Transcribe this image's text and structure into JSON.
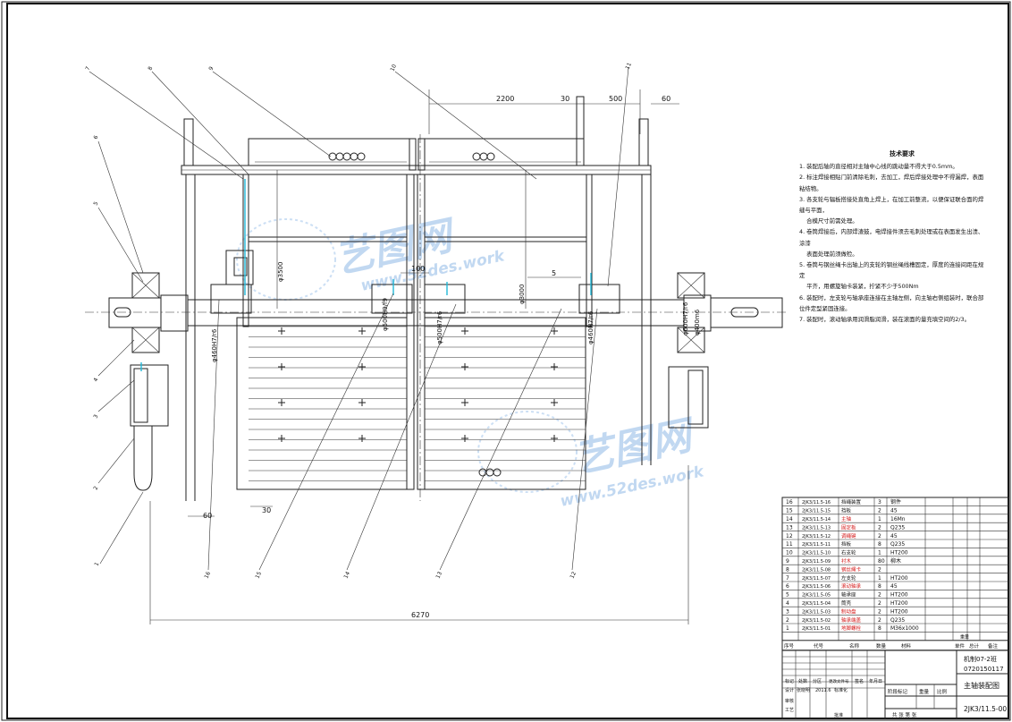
{
  "notes": {
    "title": "技术要求",
    "items": [
      "1. 装配后轴的直径相对主轴中心线的跳动量不得大于0.5mm。",
      "2. 标注焊接相贴门前清除毛刺，去加工，焊后焊接处理中不得漏焊，表面粘结物。",
      "3. 各支轮与辐板搭接处直角上焊上，在加工前整流，以便保证联合面的焊缝与平面，\n    合模尺寸前需处理。",
      "4. 卷筒焊接后，内部焊渣鼓，电焊接件须去毛刺处理或在表面发生出渍、涂漆\n    表面处理前须做检。",
      "5. 卷筒与钢丝绳卡出轴上的支轮的钢丝绳线槽固定，厚度的连接间距在规定\n    平齐，用螺旋轴卡装紧，拧紧不少于500Nm",
      "6. 装配时，左支轮与轴承座连接在主轴左侧，向主轴右侧组装时，联合部位件定型紧固连接。",
      "7. 装配时，滚动轴承用润滑脂润滑，装在滚面的量充填空间的2/3。"
    ]
  },
  "dimensions": {
    "d2200": "2200",
    "d30top": "30",
    "d500": "500",
    "d60top": "60",
    "d100": "100",
    "d5": "5",
    "d60bot": "60",
    "d30bot": "30",
    "d6270": "6270",
    "phi3500": "φ3500",
    "phi3000": "φ3000",
    "fit460left": "φ460H7/r6",
    "fit500h9": "φ500H9/f9",
    "fit500r6": "φ500H7/r6",
    "fit460right": "φ460H7/r6",
    "fit600": "φ600H7/r6",
    "fit400m6": "φ400m6"
  },
  "balloons": [
    "1",
    "2",
    "3",
    "4",
    "5",
    "6",
    "7",
    "8",
    "9",
    "10",
    "11",
    "12",
    "13",
    "14",
    "15",
    "16"
  ],
  "bom": {
    "rows": [
      {
        "no": "16",
        "code": "2JK3/11.5-16",
        "name": "挡绳装置",
        "qty": "3",
        "mat": "钢件",
        "red": false
      },
      {
        "no": "15",
        "code": "2JK3/11.5-15",
        "name": "挡板",
        "qty": "2",
        "mat": "45",
        "red": false
      },
      {
        "no": "14",
        "code": "2JK3/11.5-14",
        "name": "主轴",
        "qty": "1",
        "mat": "16Mn",
        "red": true
      },
      {
        "no": "13",
        "code": "2JK3/11.5-13",
        "name": "固定板",
        "qty": "2",
        "mat": "Q235",
        "red": true
      },
      {
        "no": "12",
        "code": "2JK3/11.5-12",
        "name": "调绳键",
        "qty": "2",
        "mat": "45",
        "red": true
      },
      {
        "no": "11",
        "code": "2JK3/11.5-11",
        "name": "挡板",
        "qty": "8",
        "mat": "Q235",
        "red": false
      },
      {
        "no": "10",
        "code": "2JK3/11.5-10",
        "name": "右支轮",
        "qty": "1",
        "mat": "HT200",
        "red": false
      },
      {
        "no": "9",
        "code": "2JK3/11.5-09",
        "name": "衬木",
        "qty": "80",
        "mat": "柳木",
        "red": true
      },
      {
        "no": "8",
        "code": "2JK3/11.5-08",
        "name": "钢丝绳卡",
        "qty": "2",
        "mat": "",
        "red": true
      },
      {
        "no": "7",
        "code": "2JK3/11.5-07",
        "name": "左支轮",
        "qty": "1",
        "mat": "HT200",
        "red": false
      },
      {
        "no": "6",
        "code": "2JK3/11.5-06",
        "name": "滚动轴承",
        "qty": "8",
        "mat": "45",
        "red": true
      },
      {
        "no": "5",
        "code": "2JK3/11.5-05",
        "name": "轴承座",
        "qty": "2",
        "mat": "HT200",
        "red": false
      },
      {
        "no": "4",
        "code": "2JK3/11.5-04",
        "name": "筒壳",
        "qty": "2",
        "mat": "HT200",
        "red": false
      },
      {
        "no": "3",
        "code": "2JK3/11.5-03",
        "name": "制动盘",
        "qty": "2",
        "mat": "HT200",
        "red": true
      },
      {
        "no": "2",
        "code": "2JK3/11.5-02",
        "name": "轴承端盖",
        "qty": "2",
        "mat": "Q235",
        "red": true
      },
      {
        "no": "1",
        "code": "2JK3/11.5-01",
        "name": "地脚螺栓",
        "qty": "8",
        "mat": "M36x1000",
        "red": true
      }
    ],
    "header": {
      "no": "序号",
      "code": "代号",
      "name": "名称",
      "qty": "数量",
      "mat": "材料",
      "unit_weight": "单件",
      "total_weight": "总计",
      "weight": "重量",
      "remark": "备注"
    }
  },
  "titleblock": {
    "class": "机制07-2班",
    "student_id": "0720150117",
    "drawing_name": "主轴装配图",
    "drawing_no": "2JK3/11.5-00",
    "row_labels": [
      "标记",
      "处数",
      "分区",
      "更改文件号",
      "签名",
      "年月日"
    ],
    "design": "设计",
    "designer": "张晓明",
    "date": "2011.6",
    "std": "标准化",
    "stage": "阶段标记",
    "weight": "重量",
    "scale": "比例",
    "review": "审核",
    "process": "工艺",
    "approve": "批准",
    "sheets": "共 张 第 张"
  },
  "watermark": {
    "brand": "艺图网",
    "url": "www.52des.work"
  },
  "colors": {
    "accent": "#22b8d8",
    "highlight": "#d41a1a",
    "watermark": "#8fb9e6"
  }
}
